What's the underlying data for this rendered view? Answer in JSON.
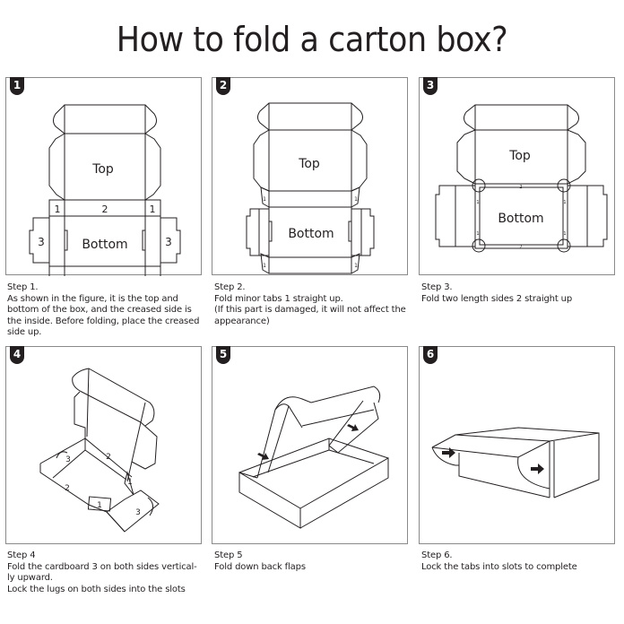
{
  "title": "How to fold a carton box?",
  "steps": [
    {
      "number": "1",
      "heading": "Step 1.",
      "lines": [
        "As shown in the figure, it is the top and",
        "bottom of the box, and the creased side is",
        "the inside. Before folding, place the creased",
        "side up."
      ],
      "labels": {
        "top": "Top",
        "bottom": "Bottom",
        "minor": "1",
        "length": "2",
        "end": "3"
      }
    },
    {
      "number": "2",
      "heading": "Step 2.",
      "lines": [
        "Fold minor tabs 1 straight up.",
        " (If this part is damaged, it will not affect the",
        "appearance)"
      ],
      "labels": {
        "top": "Top",
        "bottom": "Bottom",
        "minor": "1"
      }
    },
    {
      "number": "3",
      "heading": "Step 3.",
      "lines": [
        "Fold two length sides 2 straight up"
      ],
      "labels": {
        "top": "Top",
        "bottom": "Bottom",
        "minor": "1",
        "length": "2"
      }
    },
    {
      "number": "4",
      "heading": "Step 4",
      "lines": [
        "Fold the cardboard 3 on both sides vertical-",
        "ly upward.",
        "Lock the lugs on both sides into the slots"
      ],
      "labels": {
        "minor": "1",
        "length": "2",
        "end": "3"
      }
    },
    {
      "number": "5",
      "heading": "Step 5",
      "lines": [
        "Fold down back flaps"
      ]
    },
    {
      "number": "6",
      "heading": "Step 6.",
      "lines": [
        "Lock the tabs into slots to complete"
      ]
    }
  ],
  "colors": {
    "ink": "#231f20",
    "frame": "#8a8a8a",
    "badge": "#231f20"
  }
}
